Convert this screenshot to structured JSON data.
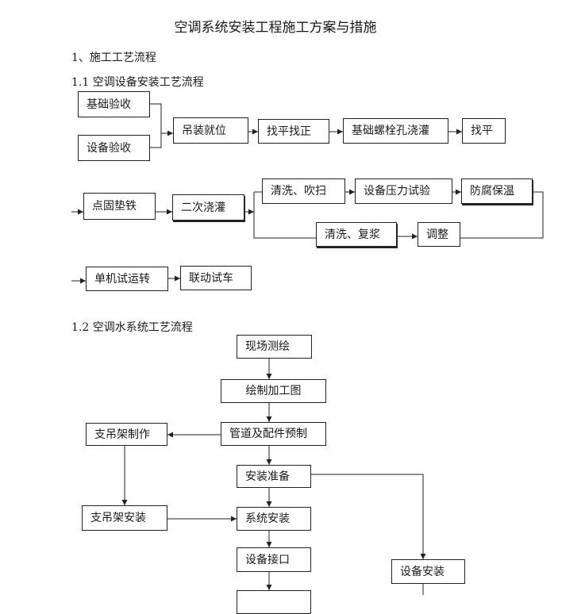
{
  "title": "空调系统安装工程施工方案与措施",
  "section1": {
    "heading": "1、施工工艺流程",
    "sub1_heading": "1.1  空调设备安装工艺流程",
    "row1": [
      "基础验收",
      "设备验收",
      "吊装就位",
      "找平找正",
      "基础螺栓孔浇灌",
      "找平"
    ],
    "row2": [
      "点固垫铁",
      "二次浇灌",
      "清洗、吹扫",
      "设备压力试验",
      "防腐保温",
      "清洗、复浆",
      "调整"
    ],
    "row3": [
      "单机试运转",
      "联动试车"
    ]
  },
  "section2": {
    "heading": "1.2  空调水系统工艺流程",
    "flow": [
      "现场测绘",
      "绘制加工图",
      "管道及配件预制",
      "支吊架制作",
      "安装准备",
      "支吊架安装",
      "系统安装",
      "设备接口",
      "设备安装"
    ]
  }
}
